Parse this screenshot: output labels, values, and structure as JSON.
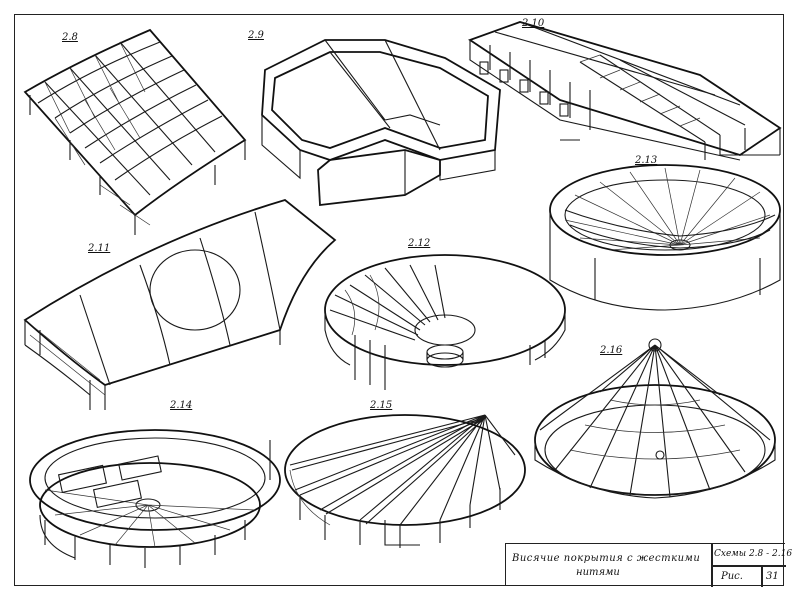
{
  "figure_labels": {
    "f28": "2.8",
    "f29": "2.9",
    "f210": "2.10",
    "f211": "2.11",
    "f212": "2.12",
    "f213": "2.13",
    "f214": "2.14",
    "f215": "2.15",
    "f216": "2.16"
  },
  "title_block": {
    "caption_line1": "Висячие покрытия с жесткими",
    "caption_line2": "нитями",
    "schemes": "Схемы 2.8 - 2.16",
    "fig_label": "Рис.",
    "fig_number": "31"
  }
}
